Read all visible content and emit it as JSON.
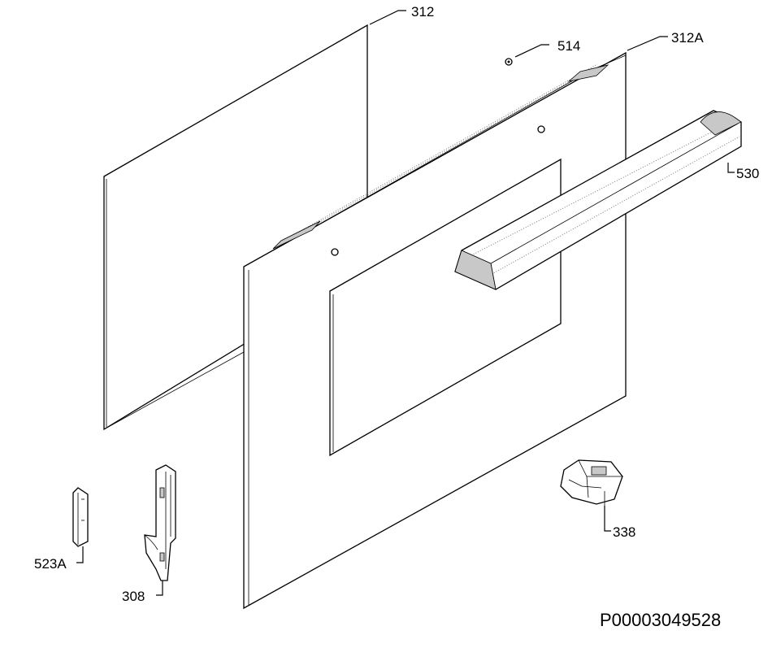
{
  "diagram": {
    "reference_code": "P00003049528",
    "parts": [
      {
        "id": "312",
        "label": "312"
      },
      {
        "id": "514",
        "label": "514"
      },
      {
        "id": "312A",
        "label": "312A"
      },
      {
        "id": "530",
        "label": "530"
      },
      {
        "id": "338",
        "label": "338"
      },
      {
        "id": "523A",
        "label": "523A"
      },
      {
        "id": "308",
        "label": "308"
      }
    ]
  }
}
